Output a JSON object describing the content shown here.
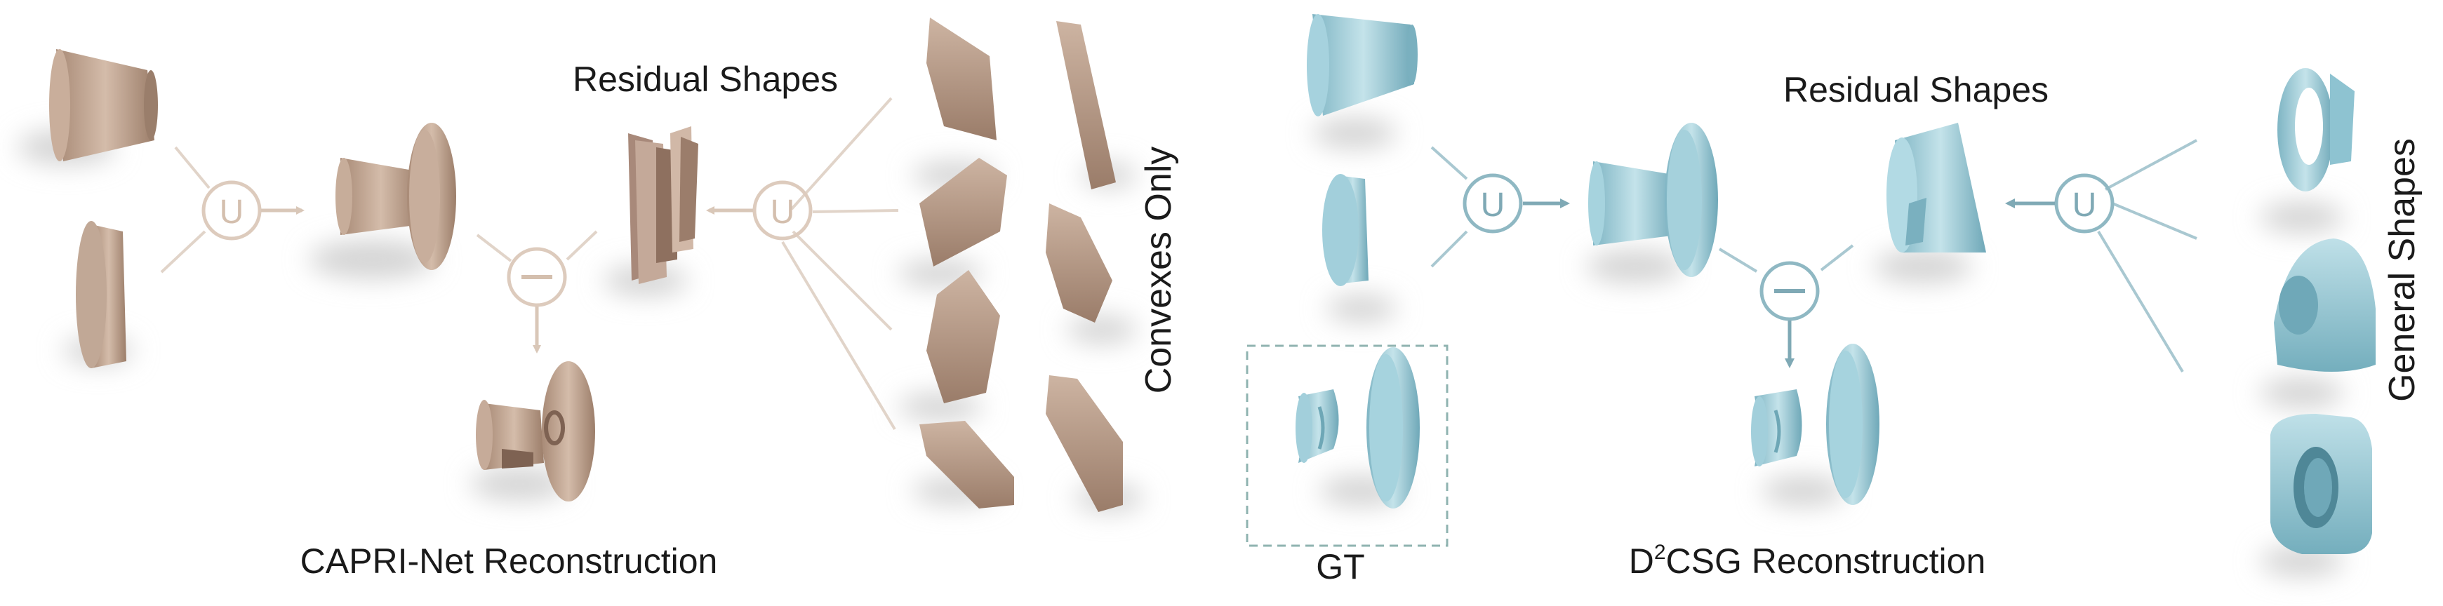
{
  "left_panel": {
    "residual_label": "Residual Shapes",
    "reconstruction_label": "CAPRI-Net Reconstruction",
    "primitives_label": "Convexes Only",
    "union_symbol": "U",
    "minus_symbol": "−"
  },
  "right_panel": {
    "residual_label": "Residual Shapes",
    "gt_label": "GT",
    "reconstruction_prefix": "D",
    "reconstruction_sup": "2",
    "reconstruction_suffix": "CSG Reconstruction",
    "primitives_label": "General Shapes",
    "union_symbol": "U",
    "minus_symbol": "−"
  },
  "colors": {
    "capri_shape": "#b89a86",
    "capri_shape_light": "#d6bfae",
    "capri_line": "#ddd0c4",
    "d2csg_shape": "#8ec3d1",
    "d2csg_shape_light": "#bfe0e8",
    "d2csg_line": "#a9c8d1",
    "shadow": "#cfcfcf",
    "gt_border": "#8fb3b0"
  }
}
